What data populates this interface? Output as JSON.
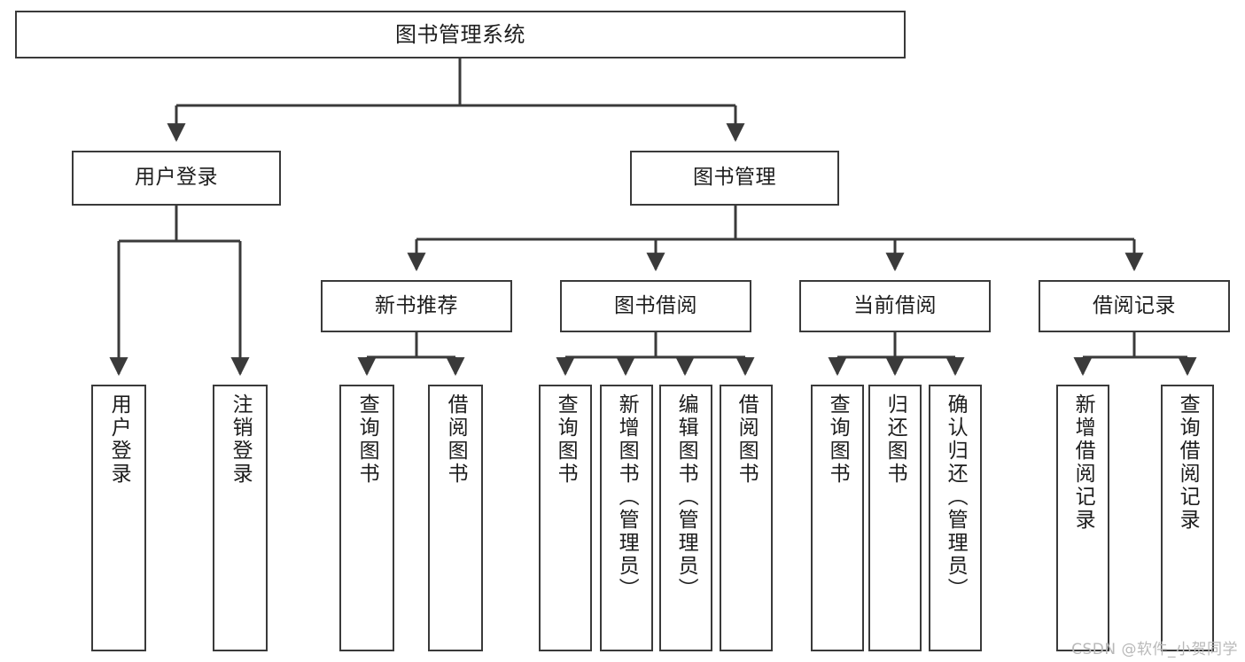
{
  "diagram": {
    "title": "图书管理系统",
    "type": "tree",
    "watermark": "CSDN @软件_小贺同学",
    "colors": {
      "node_border": "#3a3a3a",
      "node_fill": "#ffffff",
      "edge": "#3a3a3a",
      "text": "#1d1d1d",
      "watermark": "#b9b9b9",
      "background": "#ffffff"
    },
    "nodes": {
      "root": {
        "label": "图书管理系统"
      },
      "level2": [
        {
          "id": "user-login",
          "label": "用户登录"
        },
        {
          "id": "book-management",
          "label": "图书管理"
        }
      ],
      "level3": [
        {
          "id": "new-book-recommend",
          "label": "新书推荐"
        },
        {
          "id": "book-borrow",
          "label": "图书借阅"
        },
        {
          "id": "current-borrow",
          "label": "当前借阅"
        },
        {
          "id": "borrow-record",
          "label": "借阅记录"
        }
      ],
      "leaves": {
        "user_login": [
          {
            "id": "leaf-user-login",
            "label": "用户登录"
          },
          {
            "id": "leaf-logout",
            "label": "注销登录"
          }
        ],
        "new_book_recommend": [
          {
            "id": "leaf-query-book-1",
            "label": "查询图书"
          },
          {
            "id": "leaf-borrow-book-1",
            "label": "借阅图书"
          }
        ],
        "book_borrow": [
          {
            "id": "leaf-query-book-2",
            "label": "查询图书"
          },
          {
            "id": "leaf-add-book",
            "label": "新增图书（管理员）"
          },
          {
            "id": "leaf-edit-book",
            "label": "编辑图书（管理员）"
          },
          {
            "id": "leaf-borrow-book-2",
            "label": "借阅图书"
          }
        ],
        "current_borrow": [
          {
            "id": "leaf-query-book-3",
            "label": "查询图书"
          },
          {
            "id": "leaf-return-book",
            "label": "归还图书"
          },
          {
            "id": "leaf-confirm-return",
            "label": "确认归还（管理员）"
          }
        ],
        "borrow_record": [
          {
            "id": "leaf-add-record",
            "label": "新增借阅记录"
          },
          {
            "id": "leaf-query-record",
            "label": "查询借阅记录"
          }
        ]
      }
    }
  }
}
